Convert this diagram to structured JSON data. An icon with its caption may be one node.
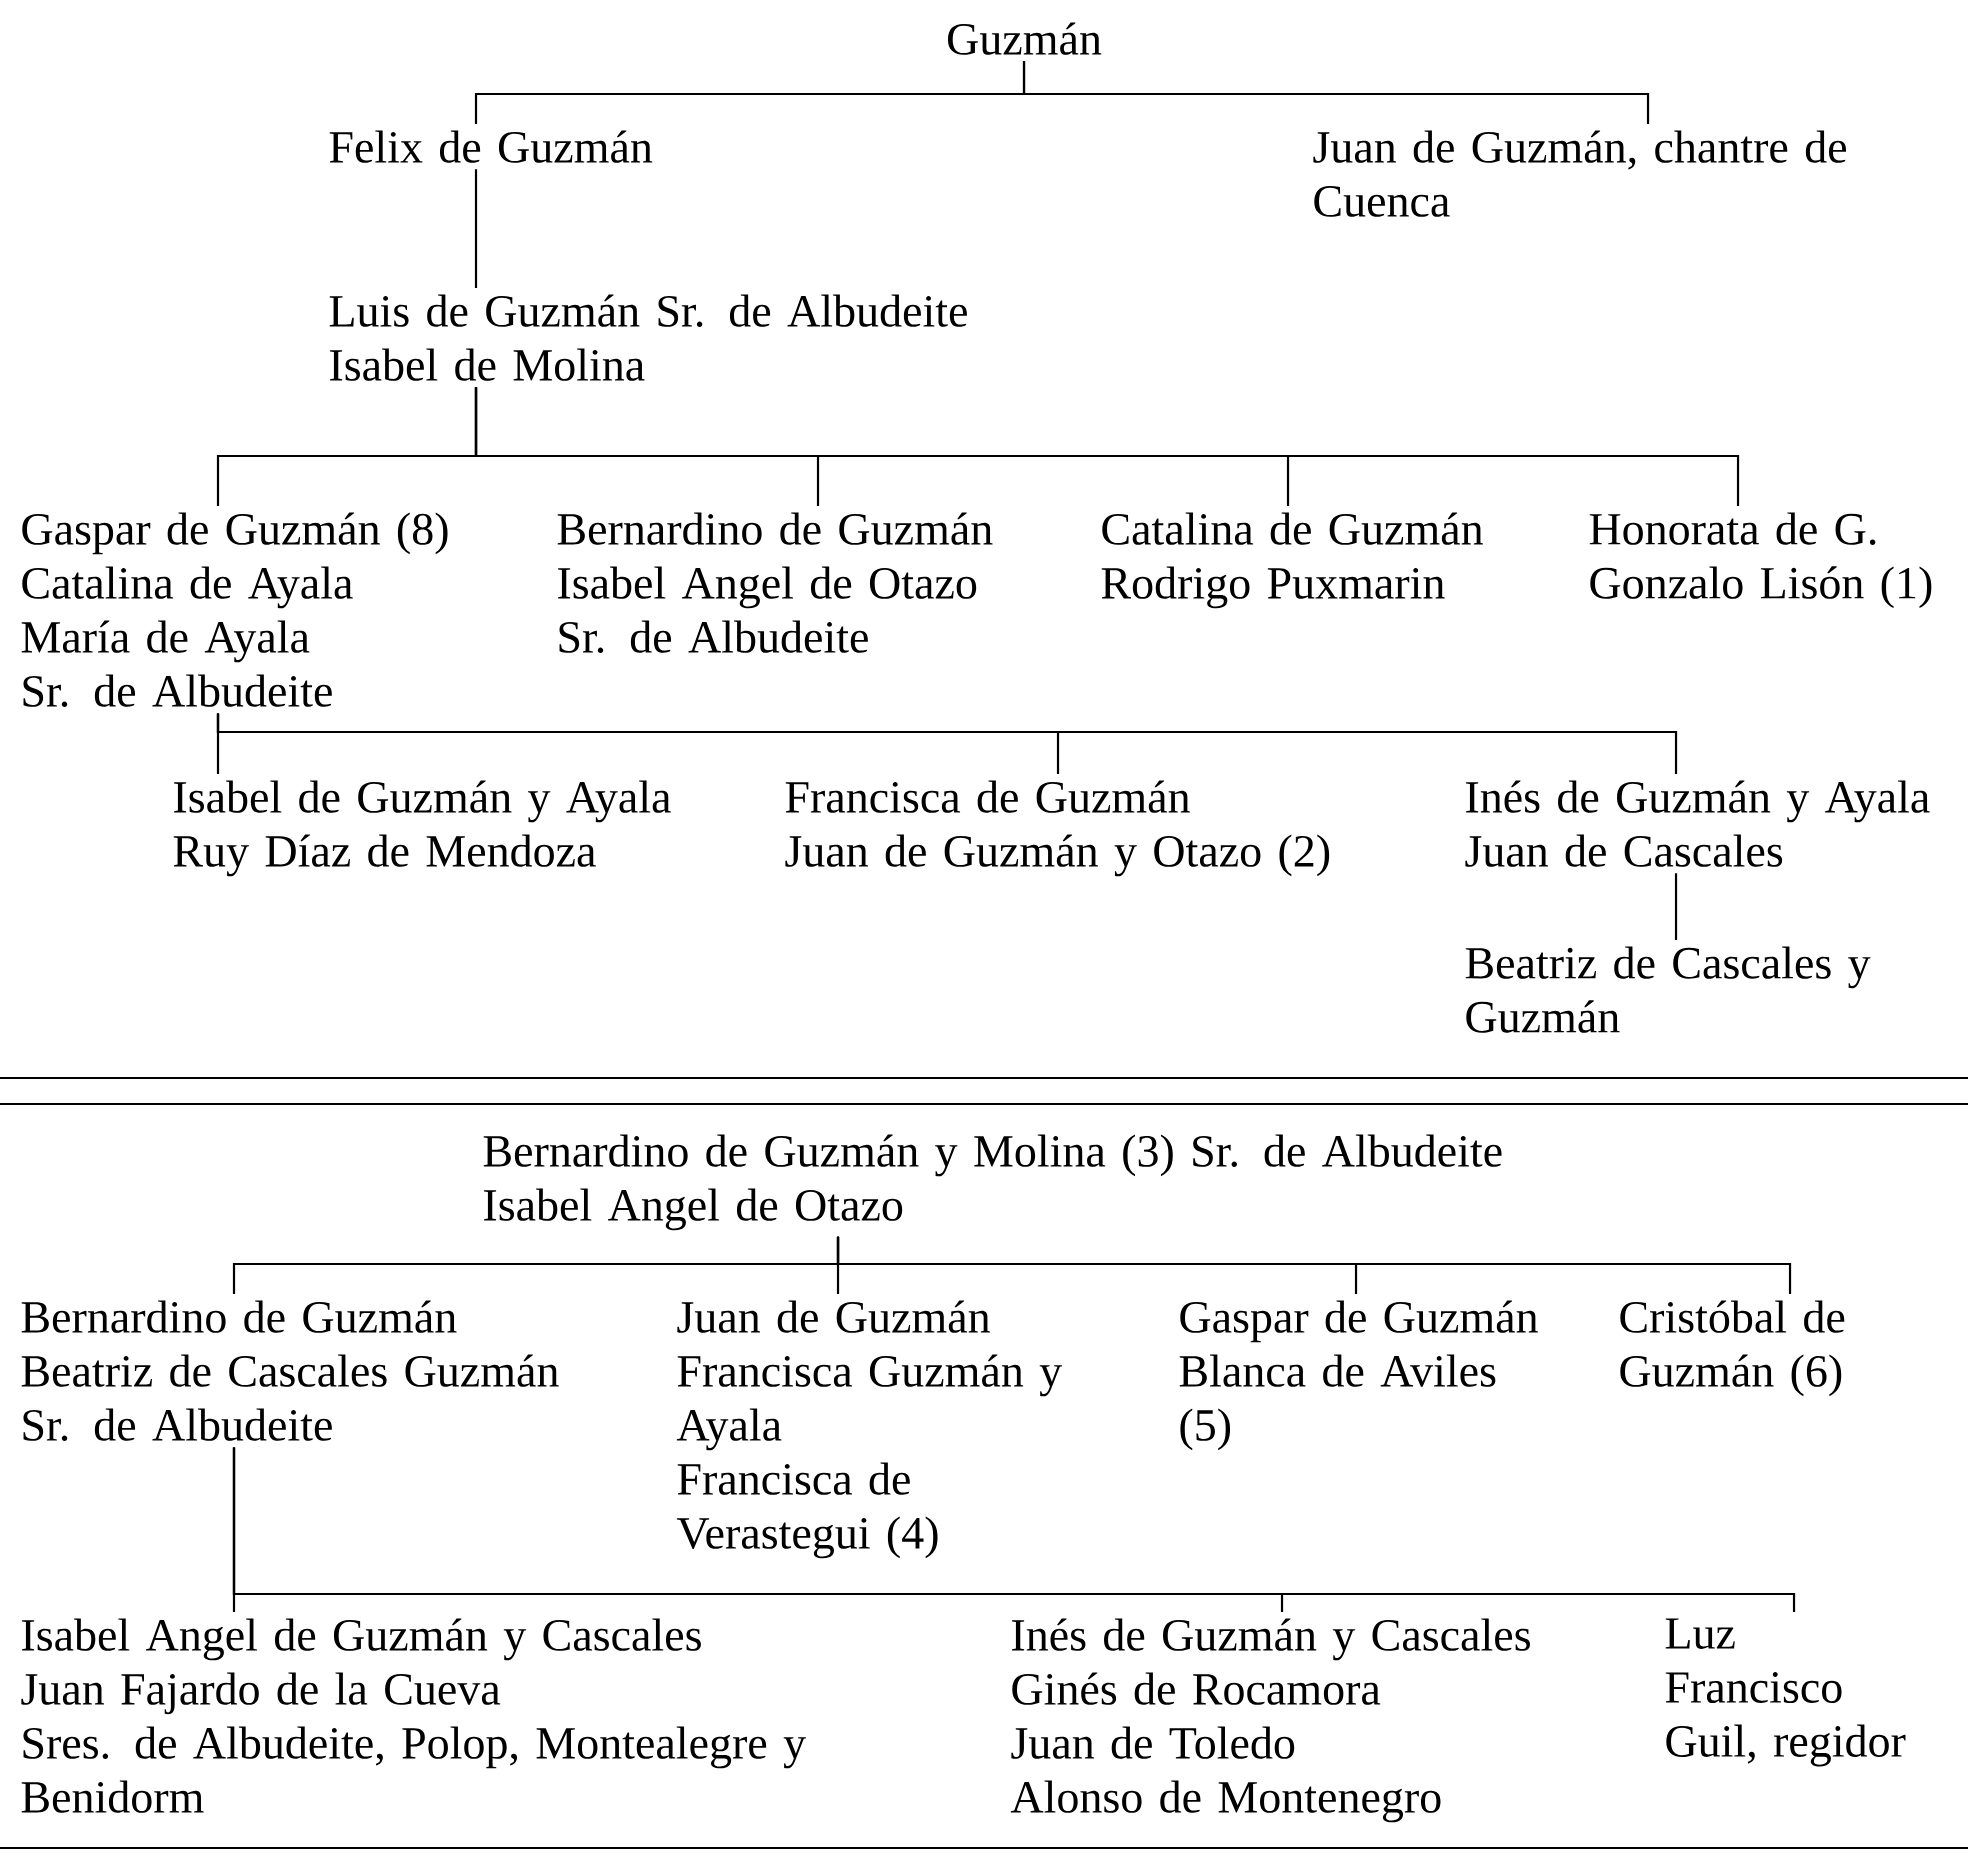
{
  "diagram": {
    "nodes": [
      {
        "text": [
          "Guzmán"
        ]
      },
      {
        "text": [
          "Felix de Guzmán"
        ]
      },
      {
        "text": [
          "Juan de Guzmán, chantre de Cuenca"
        ]
      },
      {
        "text": [
          "Luis de Guzmán Sr. de Albudeite",
          "Isabel de Molina"
        ]
      },
      {
        "text": [
          "Gaspar de Guzmán (8)",
          "Catalina de Ayala",
          "María de Ayala",
          "Sr. de Albudeite"
        ]
      },
      {
        "text": [
          "Bernardino de Guzmán",
          "Isabel Angel de Otazo",
          "Sr. de Albudeite"
        ]
      },
      {
        "text": [
          "Catalina de Guzmán",
          "Rodrigo Puxmarin"
        ]
      },
      {
        "text": [
          "Honorata de G.",
          "Gonzalo Lisón (1)"
        ]
      },
      {
        "text": [
          "Isabel de Guzmán y Ayala",
          "Ruy Díaz de Mendoza"
        ]
      },
      {
        "text": [
          "Francisca de Guzmán",
          "Juan de Guzmán y Otazo (2)"
        ]
      },
      {
        "text": [
          "Inés de Guzmán y Ayala",
          "Juan de Cascales"
        ]
      },
      {
        "text": [
          "Beatriz de Cascales y Guzmán"
        ]
      },
      {
        "text": [
          "Bernardino de Guzmán y Molina (3) Sr. de Albudeite",
          "Isabel Angel de Otazo"
        ]
      },
      {
        "text": [
          "Bernardino de Guzmán",
          "Beatriz de Cascales Guzmán",
          "Sr. de Albudeite"
        ]
      },
      {
        "text": [
          "Juan de Guzmán",
          "Francisca Guzmán y Ayala",
          "Francisca de Verastegui (4)"
        ]
      },
      {
        "text": [
          "Gaspar de Guzmán",
          "Blanca de Aviles (5)"
        ]
      },
      {
        "text": [
          "Cristóbal de Guzmán (6)"
        ]
      },
      {
        "text": [
          "Isabel Angel de Guzmán y Cascales",
          "Juan Fajardo de la Cueva",
          "Sres. de Albudeite, Polop, Montealegre y Benidorm"
        ]
      },
      {
        "text": [
          "Inés de Guzmán y Cascales",
          "Ginés de Rocamora",
          "Juan de Toledo",
          "Alonso de Montenegro"
        ]
      },
      {
        "text": [
          "Luz",
          "Francisco",
          "Guil, regidor"
        ]
      }
    ],
    "edges": [
      {
        "from": 0,
        "to": 1,
        "arrow": "none"
      },
      {
        "from": 0,
        "to": 2,
        "arrow": "none"
      },
      {
        "from": 1,
        "to": 3,
        "arrow": "none"
      },
      {
        "from": 3,
        "to": 4,
        "arrow": "none"
      },
      {
        "from": 3,
        "to": 5,
        "arrow": "none"
      },
      {
        "from": 3,
        "to": 6,
        "arrow": "none"
      },
      {
        "from": 3,
        "to": 7,
        "arrow": "none"
      },
      {
        "from": 4,
        "to": 8,
        "arrow": "none"
      },
      {
        "from": 4,
        "to": 9,
        "arrow": "none"
      },
      {
        "from": 4,
        "to": 10,
        "arrow": "none"
      },
      {
        "from": 10,
        "to": 11,
        "arrow": "none"
      },
      {
        "from": 12,
        "to": 13,
        "arrow": "none"
      },
      {
        "from": 12,
        "to": 14,
        "arrow": "none"
      },
      {
        "from": 12,
        "to": 15,
        "arrow": "none"
      },
      {
        "from": 12,
        "to": 16,
        "arrow": "none"
      },
      {
        "from": 13,
        "to": 17,
        "arrow": "none"
      },
      {
        "from": 13,
        "to": 18,
        "arrow": "none"
      },
      {
        "from": 13,
        "to": 19,
        "arrow": "none"
      }
    ]
  }
}
